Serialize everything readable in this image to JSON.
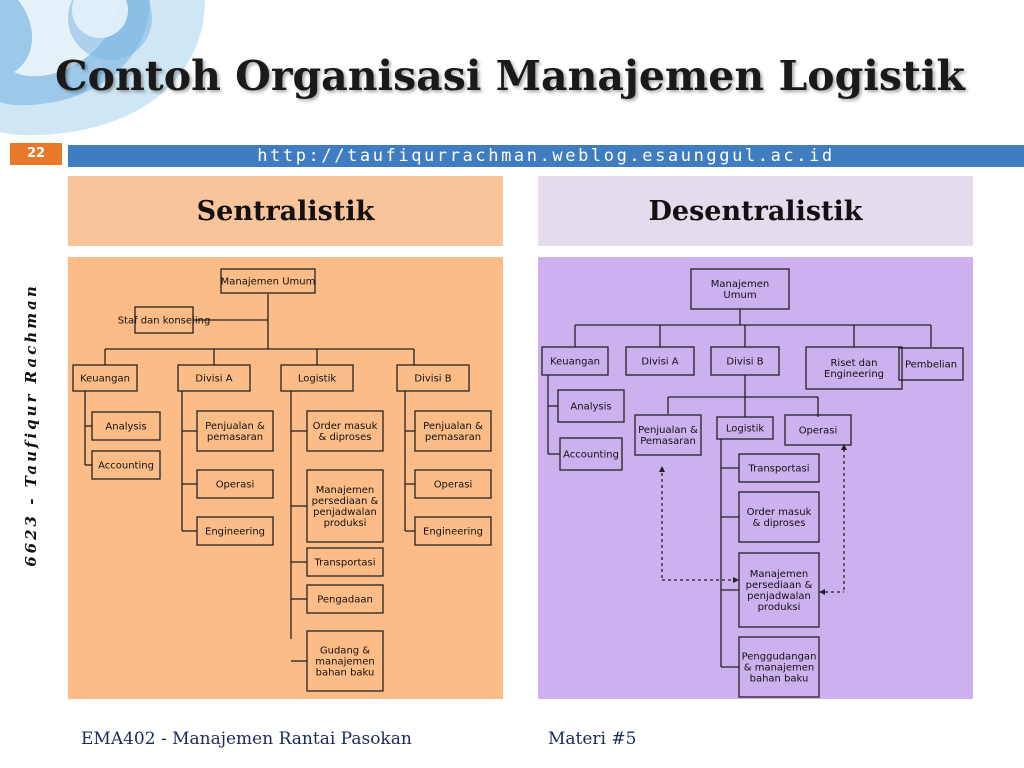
{
  "slide": {
    "title": "Contoh Organisasi Manajemen Logistik",
    "number": "22",
    "url": "http://taufiqurrachman.weblog.esaunggul.ac.id",
    "side_text": "6623 - Taufiqur Rachman",
    "footer_course": "EMA402 - Manajemen Rantai Pasokan",
    "footer_materi": "Materi #5",
    "colors": {
      "accent_orange": "#e8792a",
      "url_bar_blue": "#3f7cc0",
      "header_left_bg": "#f9c49a",
      "header_right_bg": "#e4dcec",
      "panel_left_bg": "#fbbc88",
      "panel_right_bg": "#cdb1ee"
    }
  },
  "sentralistik": {
    "heading": "Sentralistik",
    "top": "Manajemen Umum",
    "staff": "Staf dan konseling",
    "keuangan": {
      "label": "Keuangan",
      "children": [
        "Analysis",
        "Accounting"
      ]
    },
    "divisi_a": {
      "label": "Divisi A",
      "children": [
        [
          "Penjualan &",
          "pemasaran"
        ],
        "Operasi",
        "Engineering"
      ]
    },
    "logistik": {
      "label": "Logistik",
      "children": [
        [
          "Order masuk",
          "& diproses"
        ],
        [
          "Manajemen",
          "persediaan &",
          "penjadwalan",
          "produksi"
        ],
        "Transportasi",
        "Pengadaan",
        [
          "Gudang &",
          "manajemen",
          "bahan baku"
        ]
      ]
    },
    "divisi_b": {
      "label": "Divisi B",
      "children": [
        [
          "Penjualan &",
          "pemasaran"
        ],
        "Operasi",
        "Engineering"
      ]
    }
  },
  "desentralistik": {
    "heading": "Desentralistik",
    "top": [
      "Manajemen",
      "Umum"
    ],
    "keuangan": {
      "label": "Keuangan",
      "children": [
        "Analysis",
        "Accounting"
      ]
    },
    "divisi_a": "Divisi A",
    "divisi_b": {
      "label": "Divisi B",
      "children": [
        [
          "Penjualan &",
          "Pemasaran"
        ],
        "Logistik",
        "Operasi"
      ]
    },
    "riset": [
      "Riset dan",
      "Engineering"
    ],
    "pembelian": "Pembelian",
    "logistik_children": [
      "Transportasi",
      [
        "Order masuk",
        "& diproses"
      ],
      [
        "Manajemen",
        "persediaan &",
        "penjadwalan",
        "produksi"
      ],
      [
        "Penggudangan",
        "& manajemen",
        "bahan baku"
      ]
    ]
  }
}
